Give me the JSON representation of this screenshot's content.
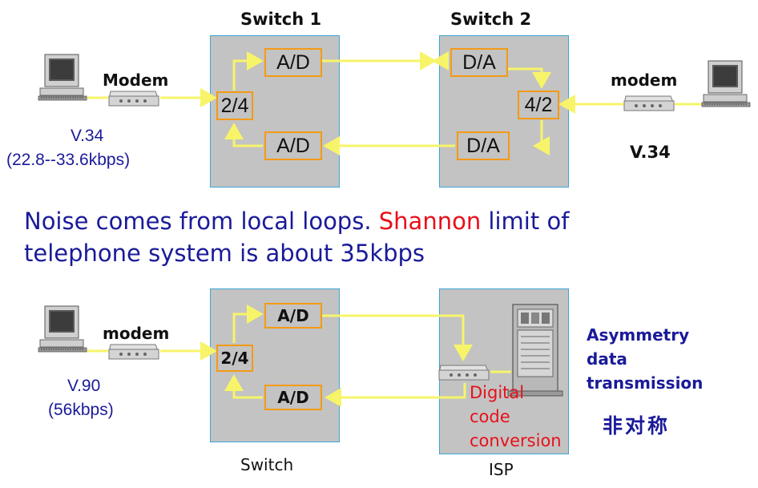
{
  "top": {
    "switch1_title": "Switch 1",
    "switch2_title": "Switch 2",
    "left_modem_label": "Modem",
    "right_modem_label": "modem",
    "left_standard": "V.34",
    "left_rate": "(22.8--33.6kbps)",
    "right_standard": "V.34",
    "sw1_ad_top": "A/D",
    "sw1_hybrid": "2/4",
    "sw1_ad_bottom": "A/D",
    "sw2_da_top": "D/A",
    "sw2_hybrid": "4/2",
    "sw2_da_bottom": "D/A"
  },
  "noise_text": {
    "part1": "Noise comes from local loops. ",
    "highlight": "Shannon",
    "part2": " limit of",
    "line2": "telephone system is about 35kbps"
  },
  "bottom": {
    "modem_label": "modem",
    "standard": "V.90",
    "rate": "(56kbps)",
    "sw_ad_top": "A/D",
    "sw_hybrid": "2/4",
    "sw_ad_bottom": "A/D",
    "switch_caption": "Switch",
    "isp_caption": "ISP",
    "digital_lines": [
      "Digital",
      "code",
      "conversion"
    ],
    "asym_lines": [
      "Asymmetry",
      "data",
      "transmission"
    ],
    "chinese": "非对称"
  },
  "colors": {
    "switch_fill": "#c3c3c3",
    "switch_border": "#3aa6d6",
    "box_border": "#f39a14",
    "line": "#f7f46a",
    "text_blue": "#1a1a99",
    "text_red": "#e8101a"
  }
}
